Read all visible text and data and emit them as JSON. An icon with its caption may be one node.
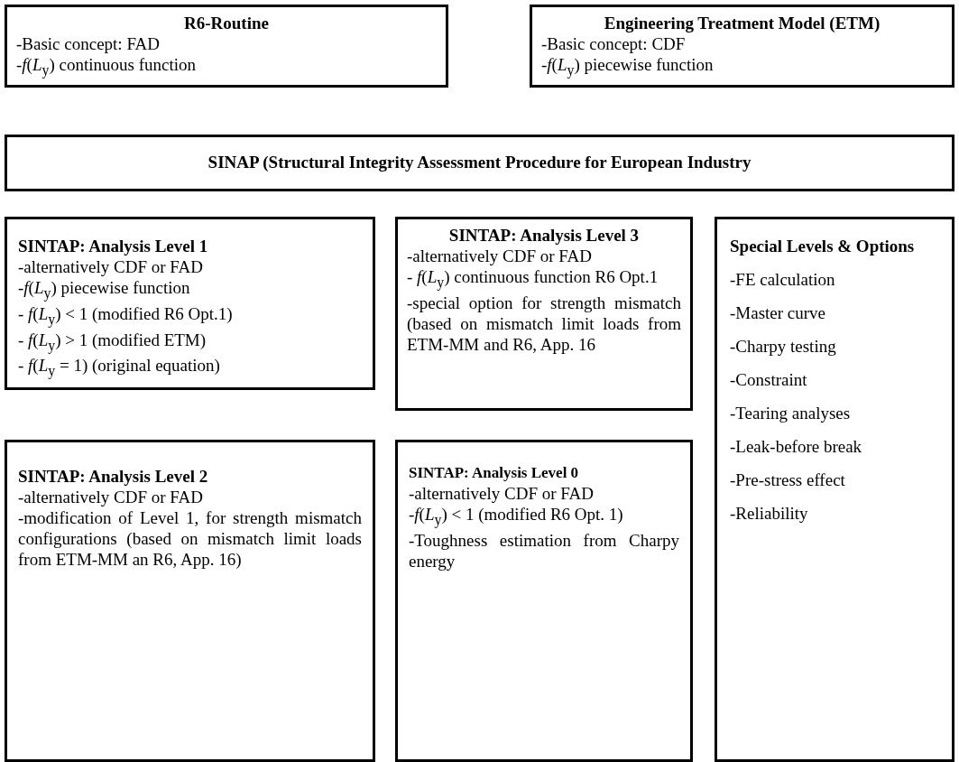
{
  "diagram": {
    "nodes": [
      {
        "text": [
          "R6-Routine",
          "-Basic concept: FAD",
          "-*f*(*L*$_{y}$) continuous function"
        ]
      },
      {
        "text": [
          "Engineering Treatment Model (ETM)",
          "-Basic concept: CDF",
          "-*f*(*L*$_{y}$) piecewise function"
        ]
      },
      {
        "text": [
          "SINAP (Structural Integrity Assessment Procedure for European Industry"
        ]
      },
      {
        "text": [
          "SINTAP: Analysis Level 1",
          "-alternatively CDF or FAD",
          "-*f*(*L*$_{y}$) piecewise function",
          "- *f*(*L*$_{y}$) < 1 (modified R6 Opt.1)",
          "- *f*(*L*$_{y}$) > 1 (modified ETM)",
          "- *f*(*L*$_{y}$ = 1) (original equation)"
        ]
      },
      {
        "text": [
          "SINTAP: Analysis Level 3",
          "-alternatively CDF or FAD",
          "- *f*(*L*$_{y}$) continuous function R6 Opt.1",
          "-special option for strength mismatch (based on mismatch limit loads from ETM-MM and R6, App. 16"
        ]
      },
      {
        "text": [
          "Special Levels & Options",
          "-FE calculation",
          "-Master curve",
          "-Charpy testing",
          "-Constraint",
          "-Tearing analyses",
          "-Leak-before break",
          "-Pre-stress effect",
          "-Reliability"
        ]
      },
      {
        "text": [
          "SINTAP: Analysis Level 2",
          "-alternatively CDF or FAD",
          "-modification of Level 1, for strength mismatch configurations (based on mismatch limit loads from ETM-MM an R6, App. 16)"
        ]
      },
      {
        "text": [
          "SINTAP: Analysis Level 0",
          "-alternatively CDF or FAD",
          "-*f*(*L*$_{y}$) < 1 (modified R6 Opt. 1)",
          "-Toughness estimation from Charpy energy"
        ]
      }
    ],
    "edges": []
  }
}
